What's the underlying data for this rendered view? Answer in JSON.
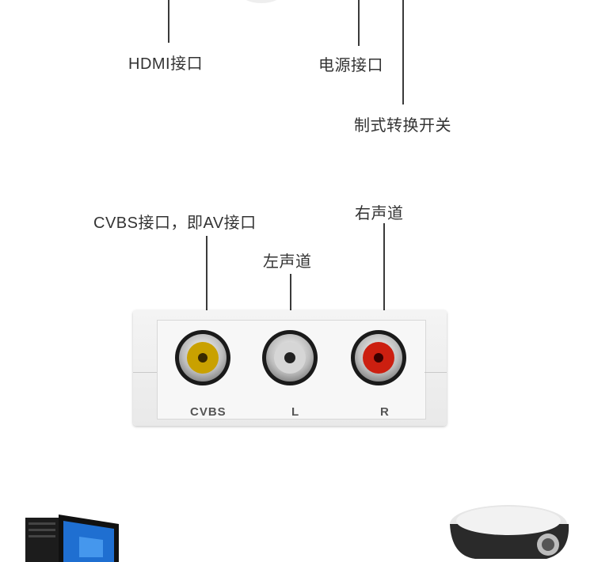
{
  "labels": {
    "hdmi": "HDMI接口",
    "power": "电源接口",
    "switch": "制式转换开关",
    "cvbs": "CVBS接口，即AV接口",
    "left": "左声道",
    "right": "右声道"
  },
  "ports": {
    "cvbs": "CVBS",
    "l": "L",
    "r": "R"
  },
  "colors": {
    "cvbs_jack": "#c9a100",
    "left_jack": "#d6d6d6",
    "right_jack": "#cc1f10"
  }
}
